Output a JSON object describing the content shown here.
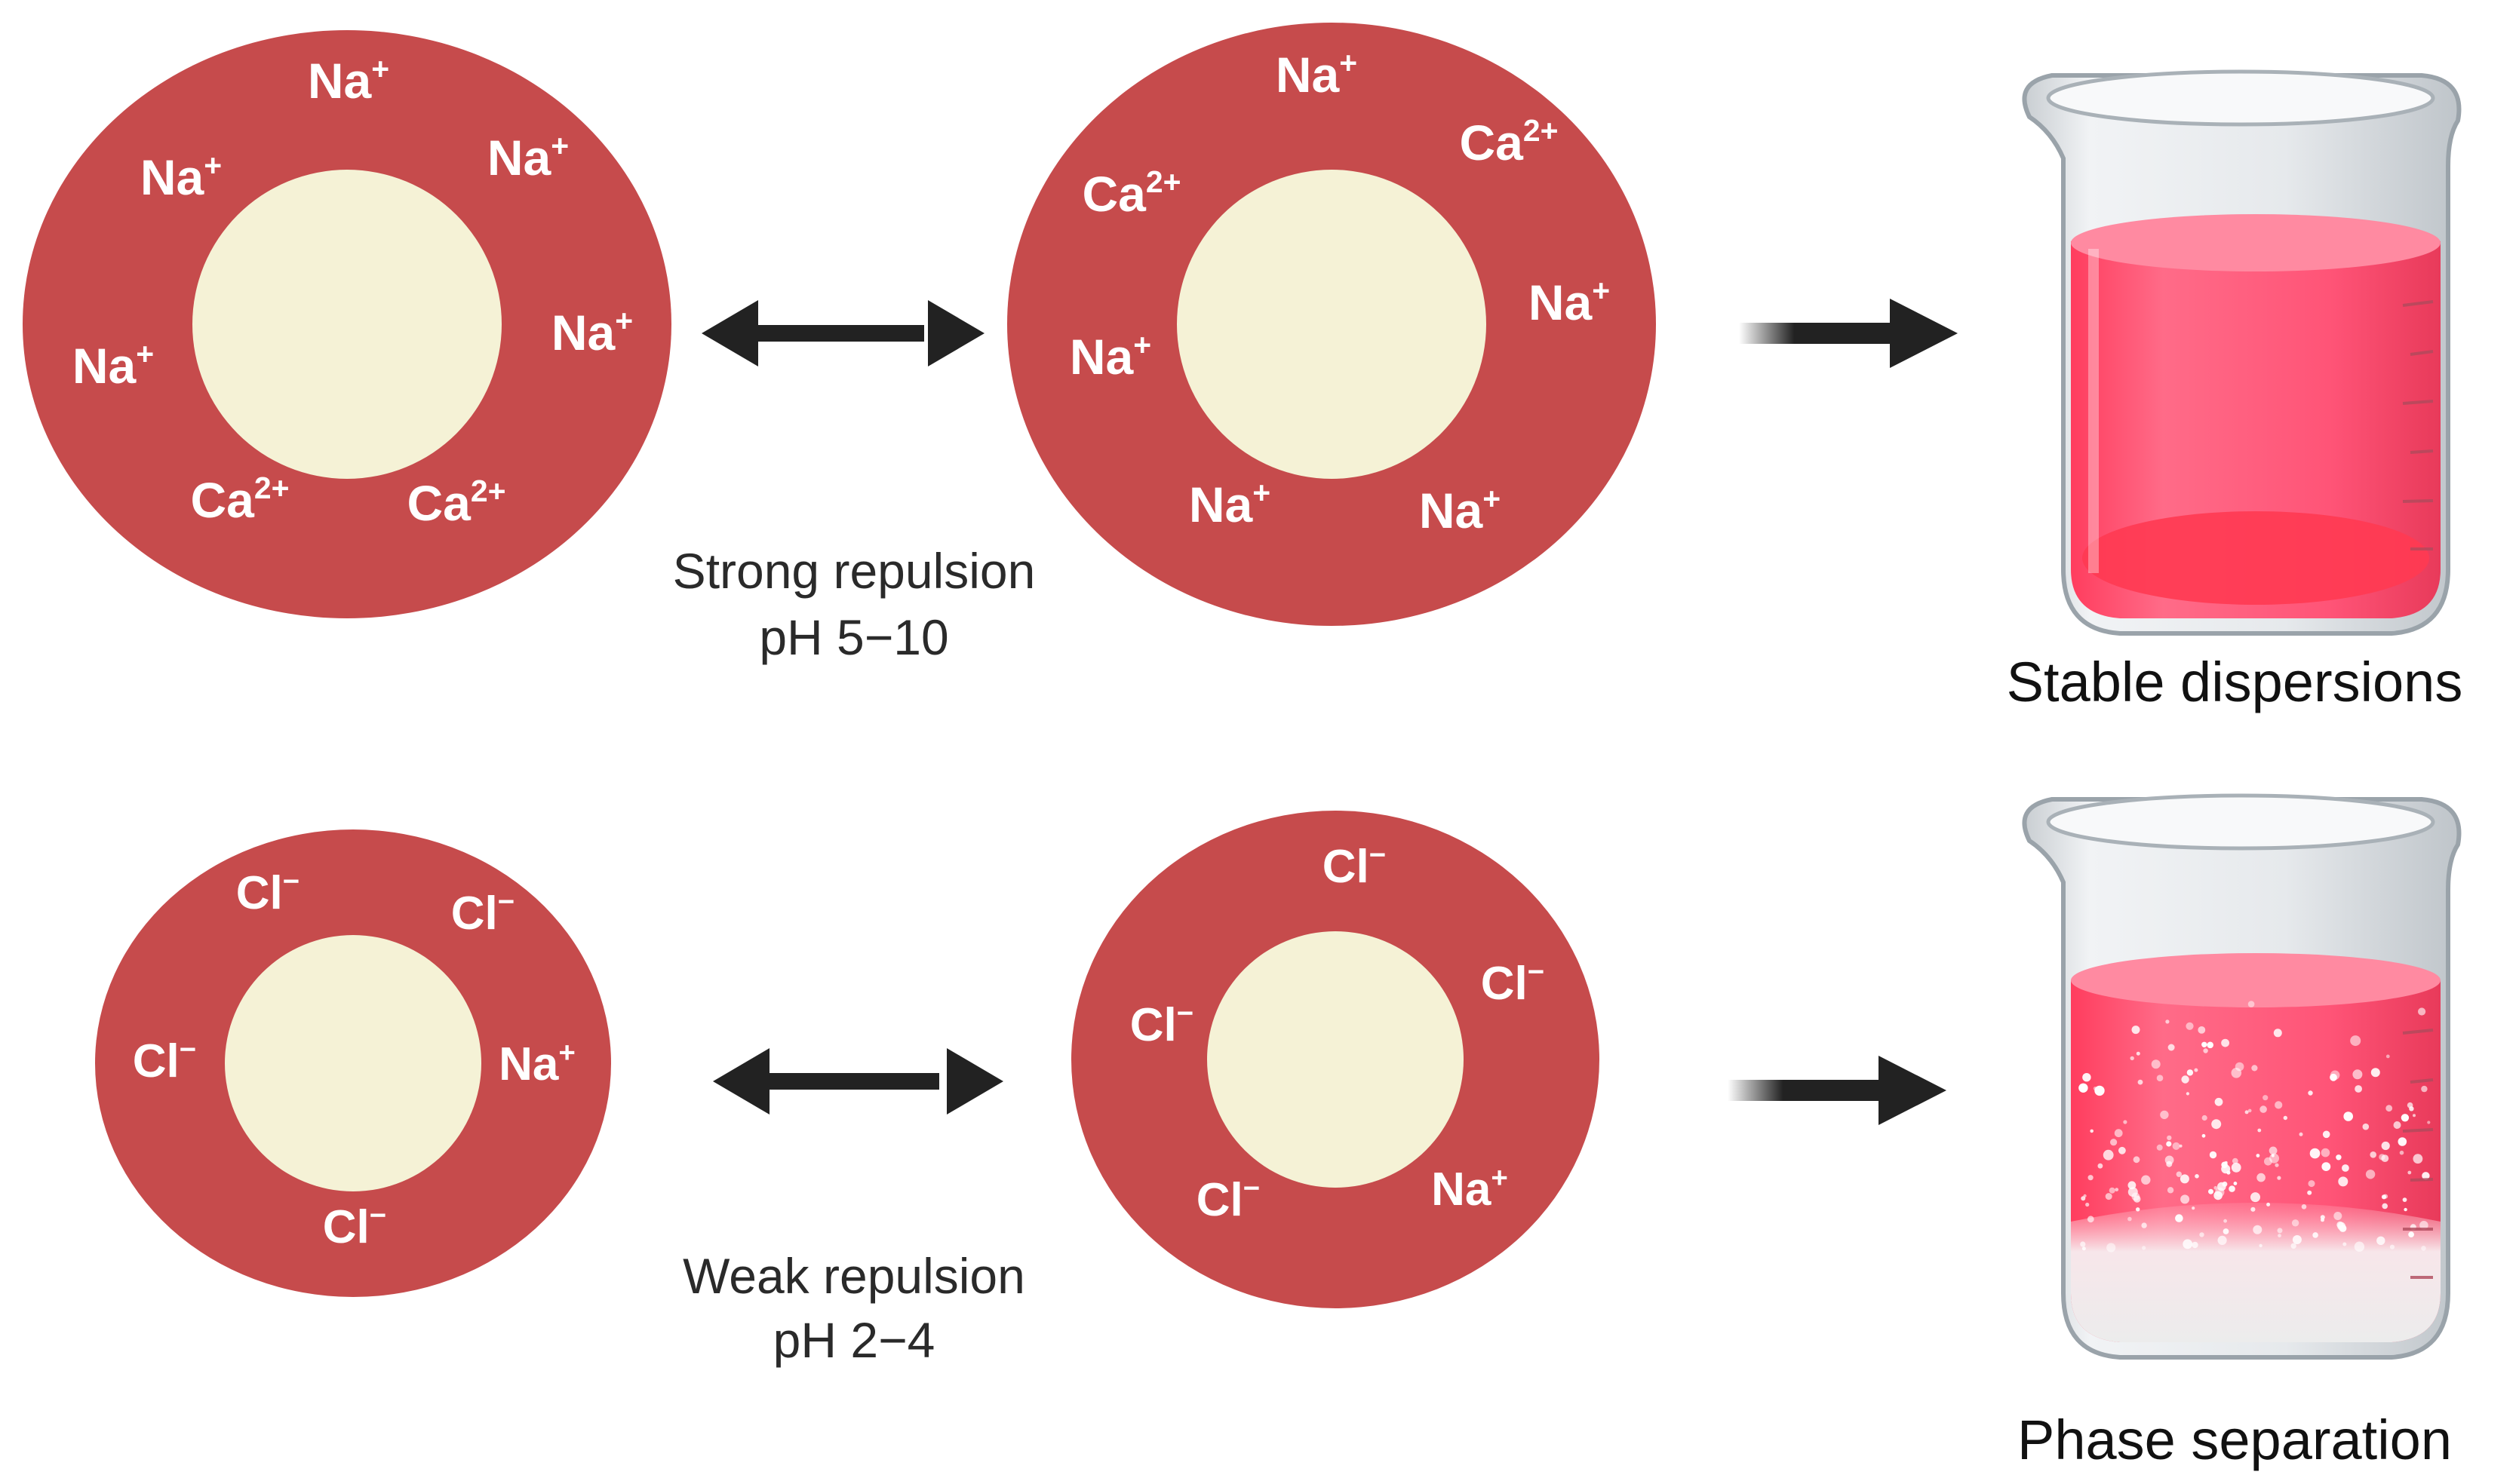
{
  "colors": {
    "shell": "#c64b4c",
    "core": "#f5f2d6",
    "arrow": "#222222",
    "liquid": "#ff5b7d",
    "liquid_bottom": "#ff3f57",
    "glass": "#dfe3e6",
    "sediment": "#f2e4e8"
  },
  "ions": {
    "na": {
      "base": "Na",
      "charge": "+"
    },
    "ca": {
      "base": "Ca",
      "charge": "2+"
    },
    "cl": {
      "base": "Cl",
      "charge": "−"
    }
  },
  "rows": [
    {
      "id": "neutral",
      "caption_line1": "Strong repulsion",
      "caption_line2": "pH 5−10",
      "outcome": "Stable dispersions",
      "particles": [
        {
          "id": "left",
          "ions": [
            "na",
            "na",
            "na",
            "ca",
            "ca",
            "na",
            "na"
          ]
        },
        {
          "id": "right",
          "ions": [
            "na",
            "ca",
            "na",
            "na",
            "na",
            "ca",
            "na"
          ]
        }
      ]
    },
    {
      "id": "acidic",
      "caption_line1": "Weak repulsion",
      "caption_line2": "pH 2−4",
      "outcome": "Phase separation",
      "particles": [
        {
          "id": "left",
          "ions": [
            "cl",
            "cl",
            "cl",
            "na",
            "cl"
          ]
        },
        {
          "id": "right",
          "ions": [
            "cl",
            "cl",
            "cl",
            "cl",
            "na"
          ]
        }
      ]
    }
  ]
}
